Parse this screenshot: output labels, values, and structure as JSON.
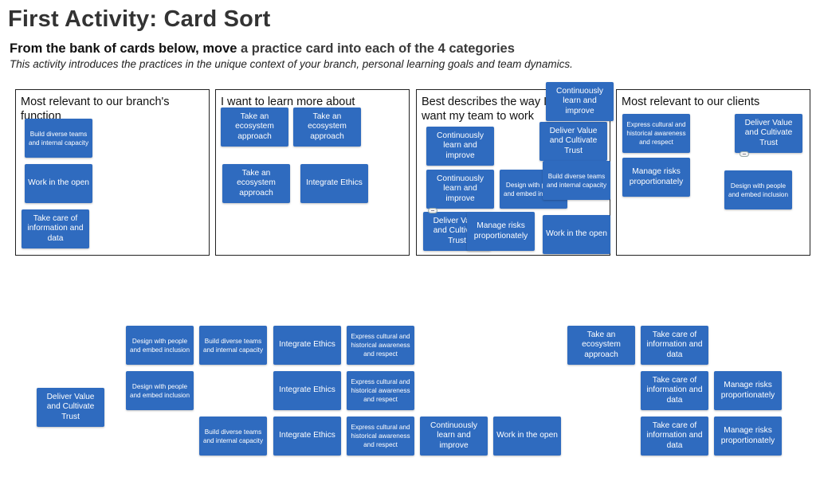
{
  "header": {
    "title": "First Activity: Card Sort",
    "subtitle_part1": "From the bank of cards below, move ",
    "subtitle_part2": "a practice card into each of the 4 categories",
    "description": "This activity introduces the practices in the unique context of your branch, personal learning goals and team dynamics."
  },
  "categories": [
    {
      "title": "Most relevant to our branch's function"
    },
    {
      "title": "I want to learn more about"
    },
    {
      "title": "Best describes the way I want my team to work"
    },
    {
      "title": "Most relevant to our clients"
    }
  ],
  "cards": {
    "c1": "Build diverse teams and internal capacity",
    "c2": "Work in the open",
    "c3": "Take care of information and data",
    "c4": "Take an ecosystem approach",
    "c5": "Take an ecosystem approach",
    "c6": "Take an ecosystem approach",
    "c7": "Integrate Ethics",
    "c8": "Continuously learn and improve",
    "c9": "Deliver Value and Cultivate Trust",
    "c10": "Continuously learn and improve",
    "c11": "Continuously learn and improve",
    "c12": "Design with people and embed inclusion",
    "c13": "Build diverse teams and internal capacity",
    "c14": "Deliver Value and Cultivate Trust",
    "c15": "Manage risks proportionately",
    "c16": "Work in the open",
    "c17": "Express cultural and historical awareness and respect",
    "c18": "Deliver Value and Cultivate Trust",
    "c19": "Manage risks proportionately",
    "c20": "Design with people and embed inclusion",
    "b1": "Design with people and embed inclusion",
    "b2": "Build diverse teams and internal capacity",
    "b3": "Integrate Ethics",
    "b4": "Express cultural and historical awareness and respect",
    "b5": "Take an ecosystem approach",
    "b6": "Take care of information and data",
    "b7": "Design with people and embed inclusion",
    "b8": "Integrate Ethics",
    "b9": "Express cultural and historical awareness and respect",
    "b10": "Take care of information and data",
    "b11": "Manage risks proportionately",
    "b12": "Deliver Value and Cultivate Trust",
    "b13": "Build diverse teams and internal capacity",
    "b14": "Integrate Ethics",
    "b15": "Express cultural and historical awareness and respect",
    "b16": "Continuously learn and improve",
    "b17": "Work in the open",
    "b18": "Take care of information and data",
    "b19": "Manage risks proportionately"
  }
}
